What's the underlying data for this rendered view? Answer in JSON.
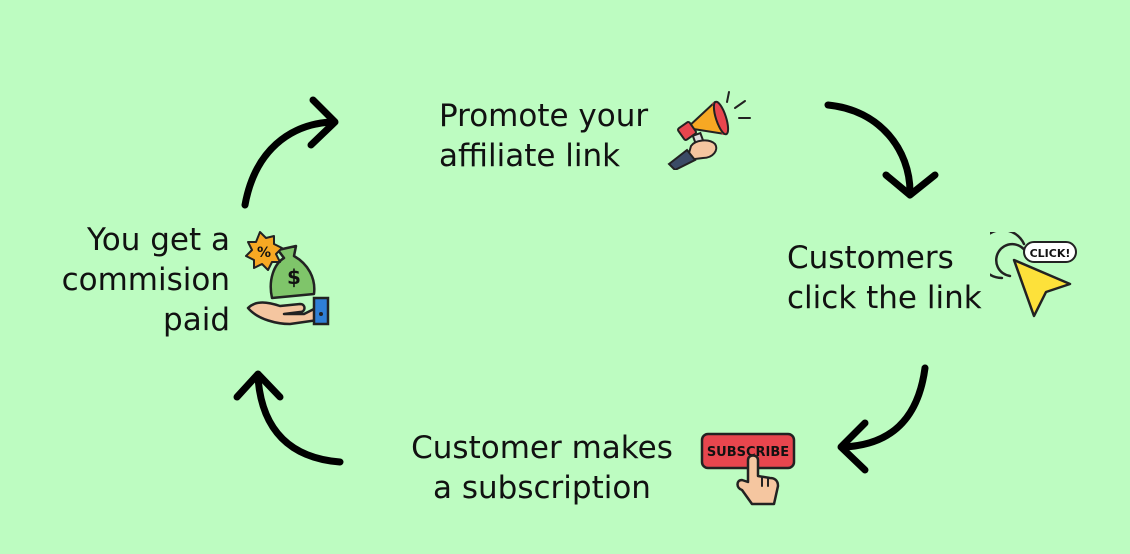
{
  "steps": [
    {
      "lines": [
        "Promote your",
        "affiliate link"
      ],
      "icon": "megaphone-icon"
    },
    {
      "lines": [
        "Customers",
        "click the link"
      ],
      "icon": "click-cursor-icon",
      "icon_text": "CLICK!"
    },
    {
      "lines": [
        "Customer makes",
        "a subscription"
      ],
      "icon": "subscribe-button-icon",
      "icon_text": "SUBSCRIBE"
    },
    {
      "lines": [
        "You get a",
        "commision",
        "paid"
      ],
      "icon": "money-bag-hand-icon"
    }
  ],
  "colors": {
    "background": "#bdfcc1",
    "arrow": "#000000",
    "subscribe_red": "#e8464e",
    "cursor_yellow": "#fde13a",
    "bag_green": "#7fc56a",
    "badge_orange": "#f7a823"
  }
}
